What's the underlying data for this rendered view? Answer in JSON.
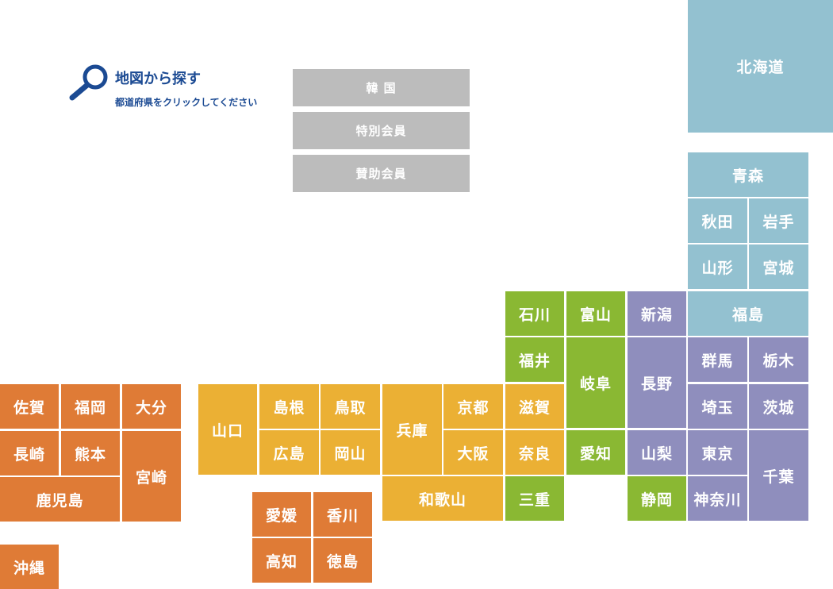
{
  "header": {
    "title": "地図から探す",
    "subtitle": "都道府県をクリックしてください",
    "icon": "search-icon",
    "accent": "#1b4a93"
  },
  "buttons": {
    "korea": "韓 国",
    "special": "特別会員",
    "support": "賛助会員"
  },
  "colors": {
    "hokkaido_tohoku": "#93c1d0",
    "kanto": "#8f8ebd",
    "chubu": "#8ab833",
    "kinki": "#ebb034",
    "chugoku_shikoku": "#df7b36",
    "kyushu": "#df7b36",
    "other": "#bcbcbc"
  },
  "prefectures": {
    "hokkaido": "北海道",
    "aomori": "青森",
    "akita": "秋田",
    "iwate": "岩手",
    "yamagata": "山形",
    "miyagi": "宮城",
    "fukushima": "福島",
    "niigata": "新潟",
    "gunma": "群馬",
    "tochigi": "栃木",
    "saitama": "埼玉",
    "ibaraki": "茨城",
    "tokyo": "東京",
    "chiba": "千葉",
    "kanagawa": "神奈川",
    "yamanashi": "山梨",
    "nagano": "長野",
    "shizuoka": "静岡",
    "toyama": "富山",
    "ishikawa": "石川",
    "fukui": "福井",
    "gifu": "岐阜",
    "aichi": "愛知",
    "mie": "三重",
    "shiga": "滋賀",
    "kyoto": "京都",
    "osaka": "大阪",
    "nara": "奈良",
    "hyogo": "兵庫",
    "wakayama": "和歌山",
    "yamaguchi": "山口",
    "shimane": "島根",
    "tottori": "鳥取",
    "hiroshima": "広島",
    "okayama": "岡山",
    "ehime": "愛媛",
    "kagawa": "香川",
    "kochi": "高知",
    "tokushima": "徳島",
    "saga": "佐賀",
    "fukuoka": "福岡",
    "oita": "大分",
    "nagasaki": "長崎",
    "kumamoto": "熊本",
    "miyazaki": "宮崎",
    "kagoshima": "鹿児島",
    "okinawa": "沖縄"
  }
}
